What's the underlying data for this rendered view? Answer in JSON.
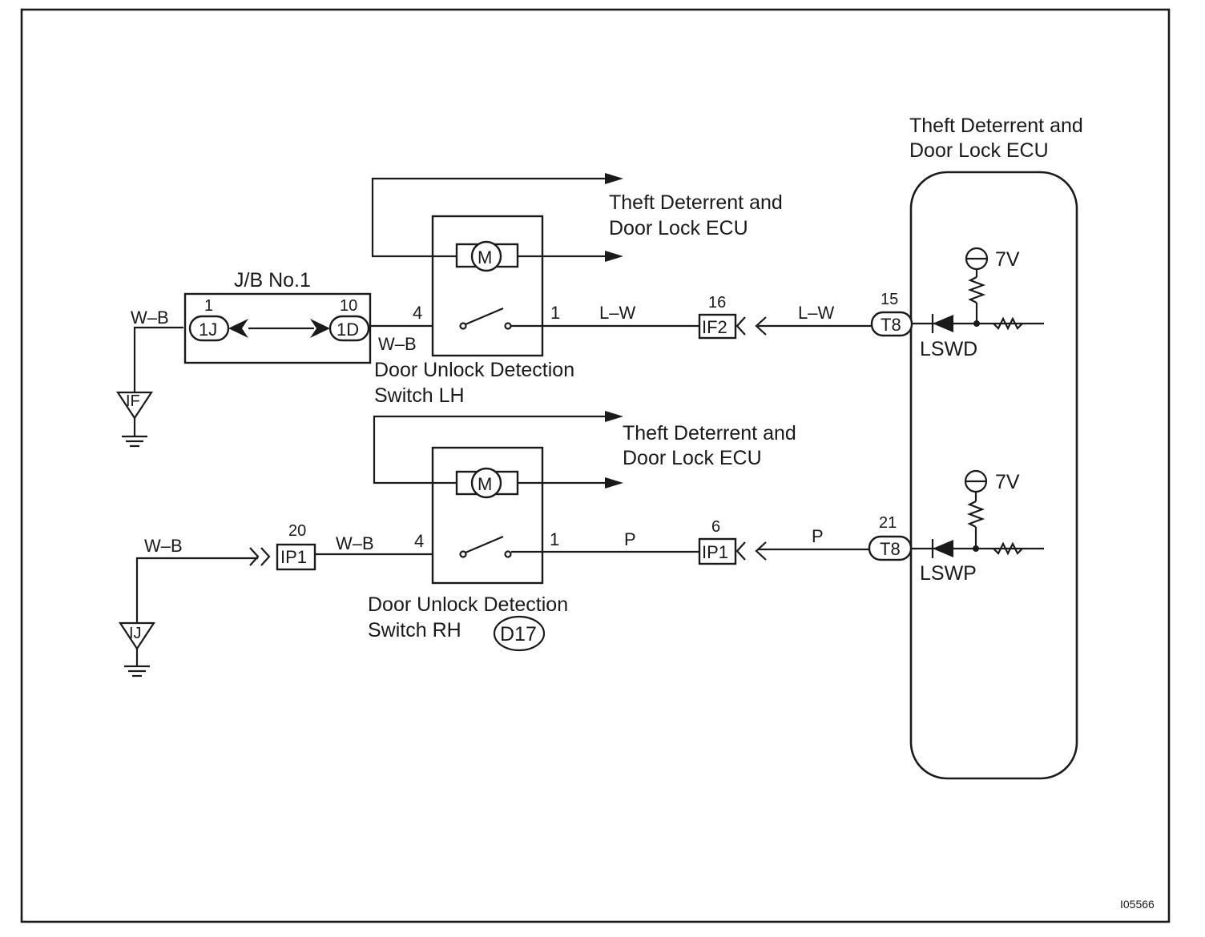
{
  "diagram_id": "I05566",
  "ecu_main": {
    "line1": "Theft Deterrent and",
    "line2": "Door Lock ECU"
  },
  "ecu_ref_lh": {
    "line1": "Theft Deterrent and",
    "line2": "Door Lock ECU"
  },
  "ecu_ref_rh": {
    "line1": "Theft Deterrent and",
    "line2": "Door Lock ECU"
  },
  "junction_block": {
    "label": "J/B No.1",
    "pin_left": "1",
    "connector_left": "1J",
    "pin_right": "10",
    "connector_right": "1D"
  },
  "switch_lh": {
    "line1": "Door Unlock Detection",
    "line2": "Switch LH",
    "pin_in": "4",
    "pin_out": "1",
    "motor": "M"
  },
  "switch_rh": {
    "line1": "Door Unlock Detection",
    "line2": "Switch RH",
    "pin_in": "4",
    "pin_out": "1",
    "motor": "M",
    "part_code": "D17"
  },
  "wires": {
    "wb_ground_lh": "W–B",
    "wb_switch_lh": "W–B",
    "lw_left": "L–W",
    "lw_right": "L–W",
    "wb_ground_rh": "W–B",
    "wb_switch_rh": "W–B",
    "p_left": "P",
    "p_right": "P"
  },
  "connectors": {
    "if2": {
      "label": "IF2",
      "pin": "16"
    },
    "ip1_left": {
      "label": "IP1",
      "pin": "20"
    },
    "ip1_right": {
      "label": "IP1",
      "pin": "6"
    },
    "t8_top": {
      "label": "T8",
      "pin": "15"
    },
    "t8_bottom": {
      "label": "T8",
      "pin": "21"
    }
  },
  "grounds": {
    "lh": "IF",
    "rh": "IJ"
  },
  "ecu_signals": {
    "lswd": "LSWD",
    "lswp": "LSWP",
    "voltage_top": "7V",
    "voltage_bottom": "7V"
  }
}
